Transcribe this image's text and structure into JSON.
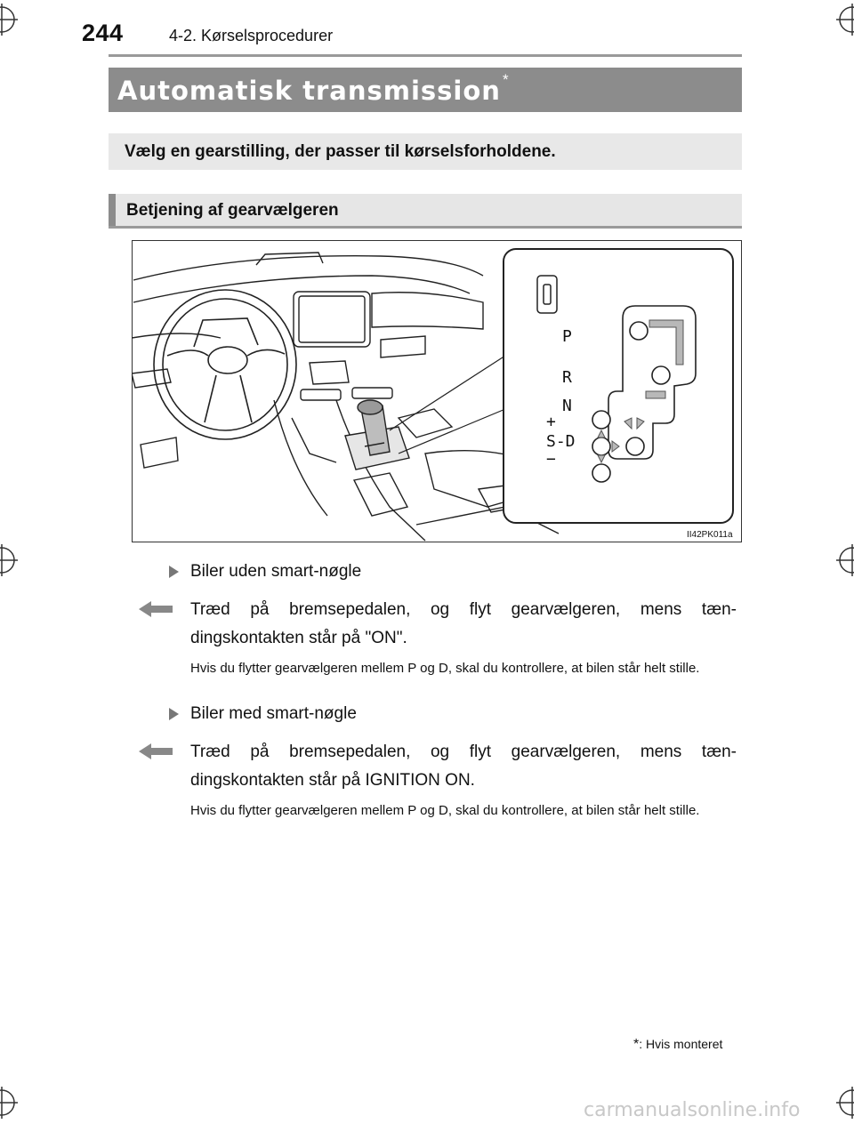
{
  "header": {
    "page_number": "244",
    "chapter": "4-2. Kørselsprocedurer"
  },
  "title": {
    "text": "Automatisk transmission",
    "star": "*"
  },
  "summary": "Vælg en gearstilling, der passer til kørselsforholdene.",
  "section": {
    "heading": "Betjening af gearvælgeren"
  },
  "figure": {
    "code": "II42PK011a",
    "positions": [
      "P",
      "R",
      "N",
      "+",
      "S-D",
      "−"
    ]
  },
  "items": [
    {
      "bullet": "Biler uden smart-nøgle",
      "action": "Træd på bremsepedalen, og flyt gearvælgeren, mens tæn-dingskontakten står på \"ON\".",
      "note": "Hvis du flytter gearvælgeren mellem P og D, skal du kontrollere, at bilen står helt stille."
    },
    {
      "bullet": "Biler med smart-nøgle",
      "action": "Træd på bremsepedalen, og flyt gearvælgeren, mens tæn-dingskontakten står på IGNITION ON.",
      "note": "Hvis du flytter gearvælgeren mellem P og D, skal du kontrollere, at bilen står helt stille."
    }
  ],
  "footnote": {
    "star": "*",
    "text": ": Hvis monteret"
  },
  "watermark": "carmanualsonline.info",
  "colors": {
    "title_bar": "#8c8c8c",
    "summary_bg": "#e8e8e8",
    "section_bg": "#e6e6e6"
  }
}
